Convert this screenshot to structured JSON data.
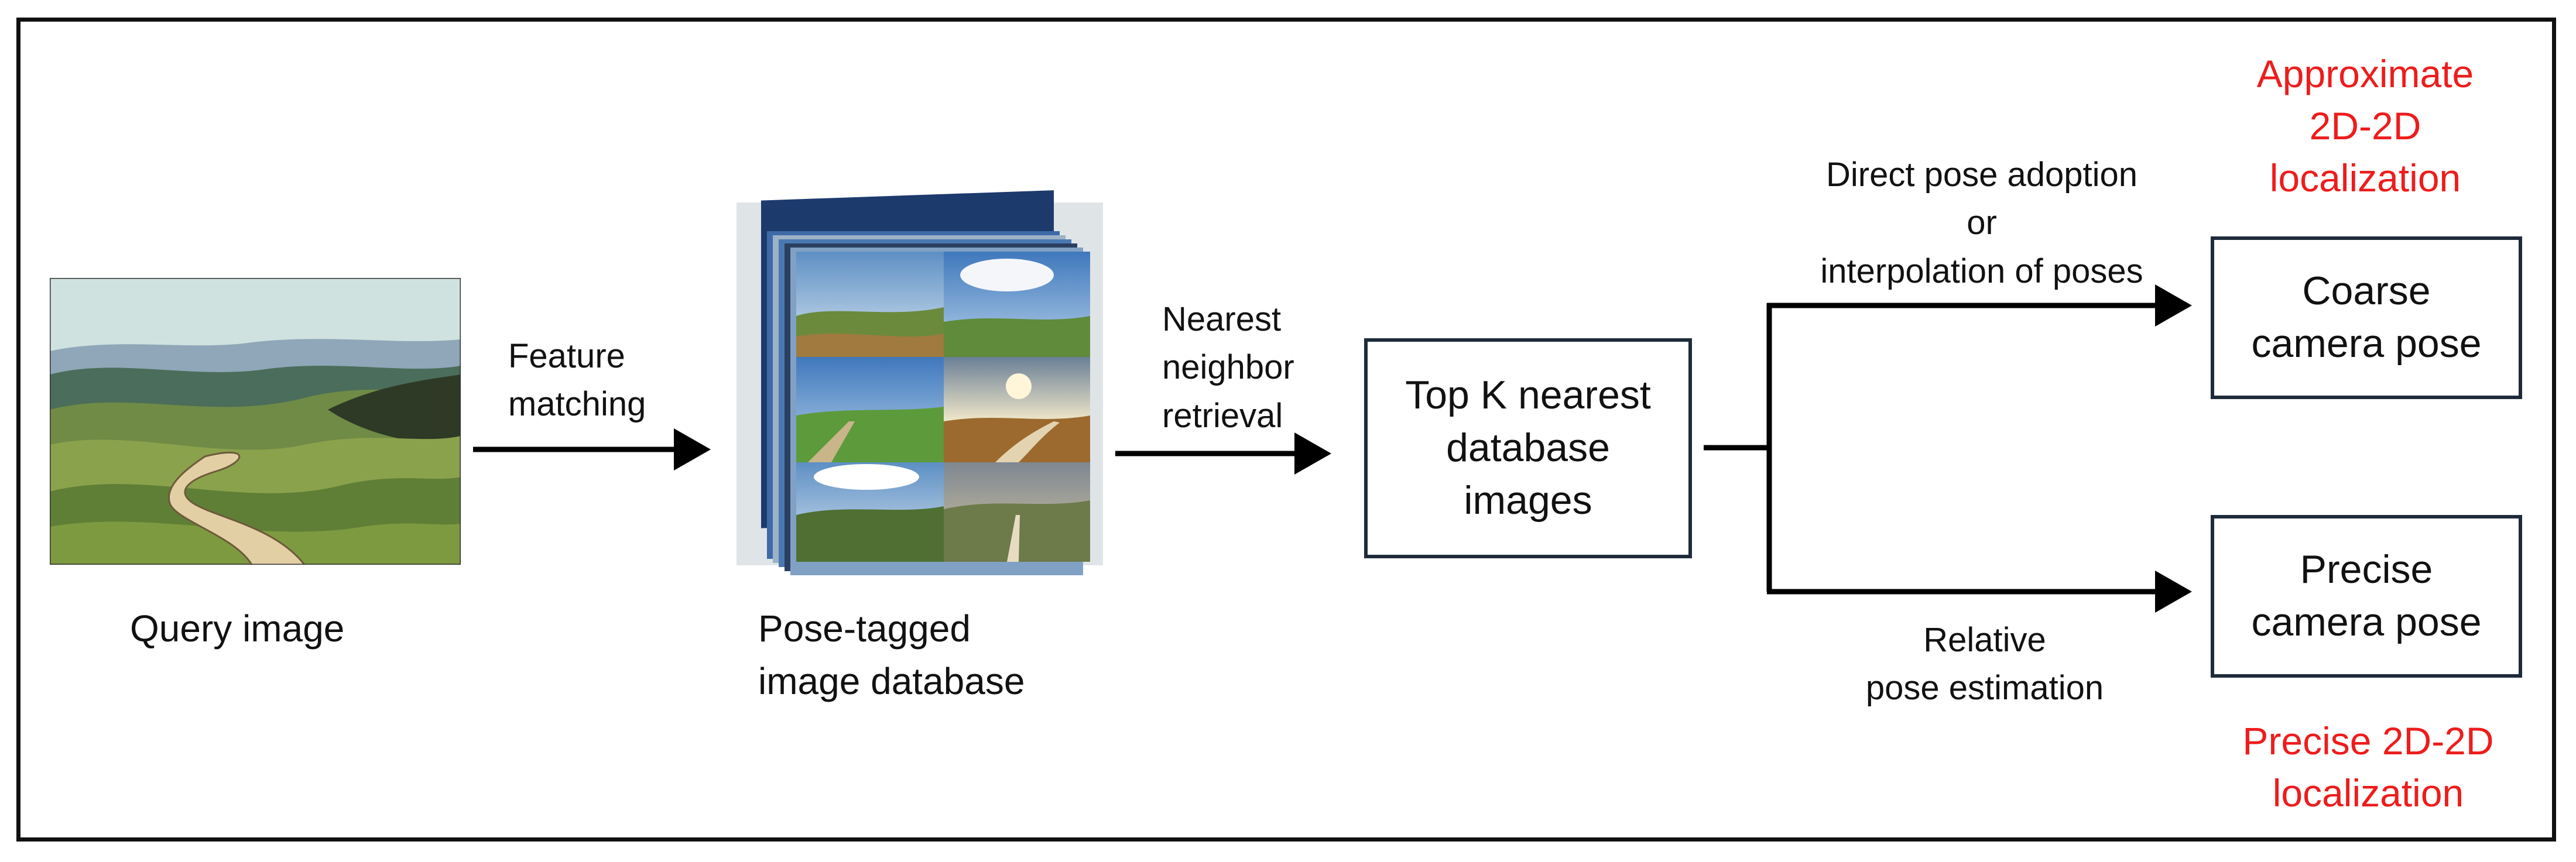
{
  "diagram": {
    "query_label": "Query image",
    "feature_matching": "Feature\nmatching",
    "database_label": "Pose-tagged\nimage database",
    "nn_retrieval": "Nearest\nneighbor\nretrieval",
    "topk_box": "Top K nearest\ndatabase\nimages",
    "direct_pose": "Direct pose adoption\nor\ninterpolation of poses",
    "relative_pose": "Relative\npose estimation",
    "coarse_box": "Coarse\ncamera pose",
    "precise_box": "Precise\ncamera pose",
    "approx_label": "Approximate\n2D-2D\nlocalization",
    "precise_label": "Precise 2D-2D\nlocalization"
  },
  "colors": {
    "accent_red": "#ee1c1c",
    "box_border": "#1e2b3a",
    "arrow": "#000000"
  },
  "icons": {
    "query": "landscape-illustration",
    "database": "photo-stack"
  }
}
